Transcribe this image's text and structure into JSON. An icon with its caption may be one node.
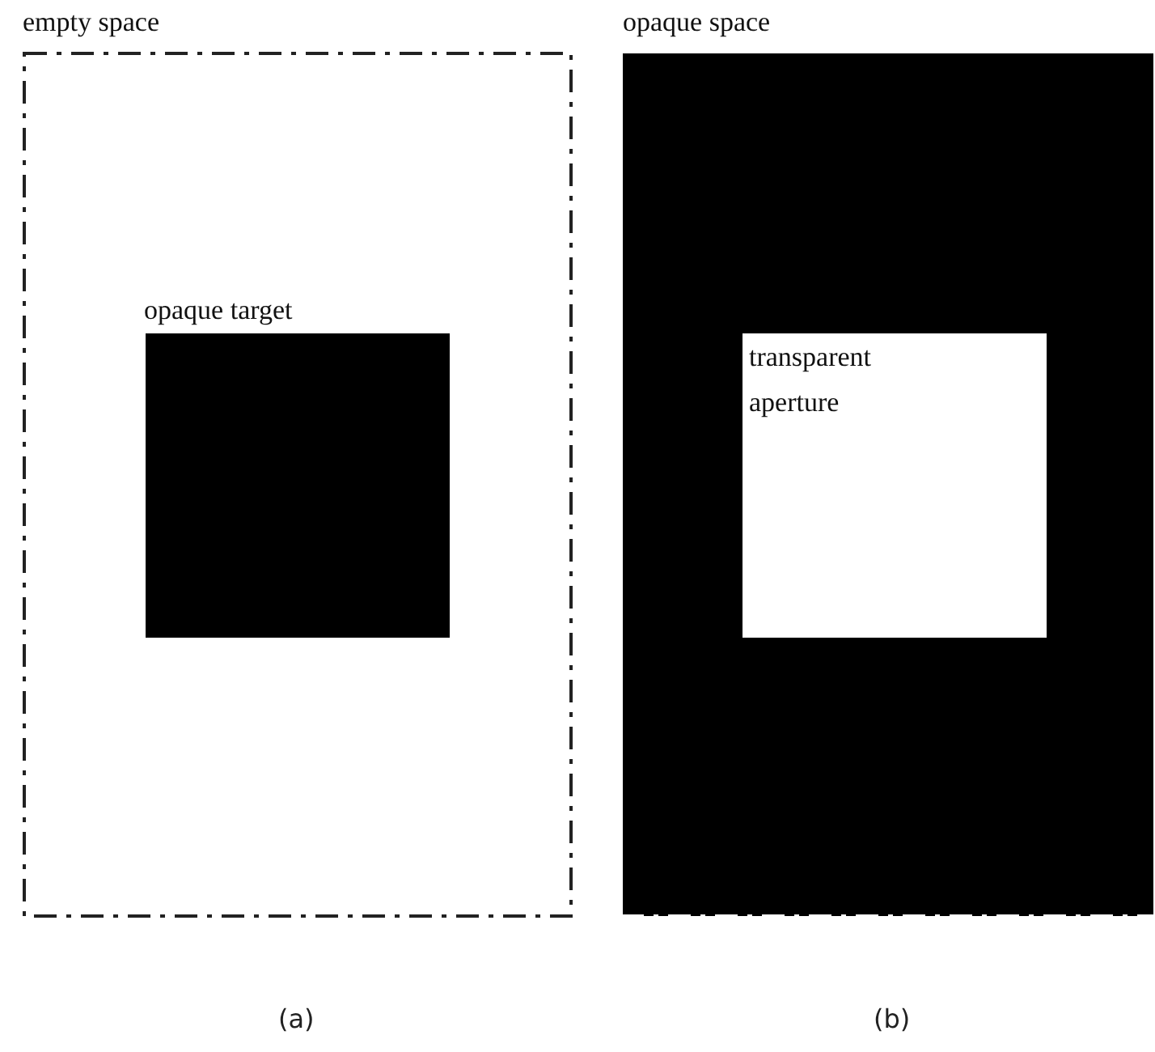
{
  "diagram": {
    "nodes": [
      {
        "text": [
          "empty space"
        ]
      },
      {
        "text": [
          "opaque target"
        ],
        "in": 0
      },
      {
        "text": [
          "opaque space"
        ]
      },
      {
        "text": [
          "transparent aperture"
        ],
        "in": 2
      }
    ],
    "edges": [],
    "labels": [
      "(a)",
      "(b)"
    ]
  }
}
